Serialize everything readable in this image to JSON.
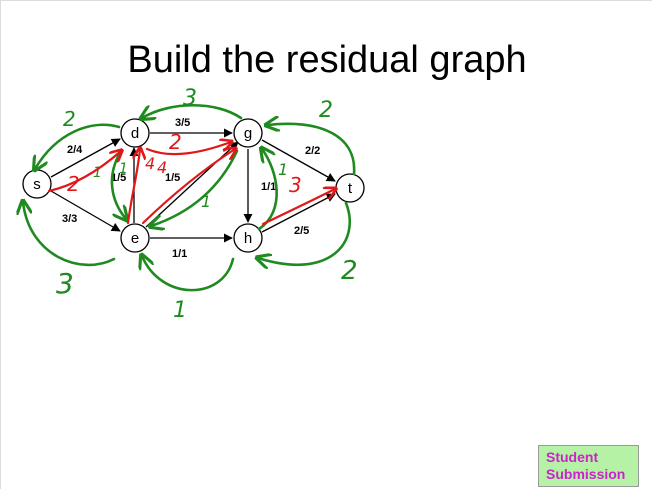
{
  "slide": {
    "title": "Build the residual graph"
  },
  "graph": {
    "nodes": [
      {
        "id": "s",
        "label": "s"
      },
      {
        "id": "d",
        "label": "d"
      },
      {
        "id": "e",
        "label": "e"
      },
      {
        "id": "g",
        "label": "g"
      },
      {
        "id": "h",
        "label": "h"
      },
      {
        "id": "t",
        "label": "t"
      }
    ],
    "edges": [
      {
        "from": "s",
        "to": "d",
        "label": "2/4"
      },
      {
        "from": "s",
        "to": "e",
        "label": "3/3"
      },
      {
        "from": "d",
        "to": "g",
        "label": "3/5"
      },
      {
        "from": "e",
        "to": "d",
        "label": "1/5"
      },
      {
        "from": "e",
        "to": "g",
        "label": "1/5"
      },
      {
        "from": "e",
        "to": "h",
        "label": "1/1"
      },
      {
        "from": "g",
        "to": "h",
        "label": "1/1"
      },
      {
        "from": "g",
        "to": "t",
        "label": "2/2"
      },
      {
        "from": "h",
        "to": "t",
        "label": "2/5"
      }
    ]
  },
  "annotations": {
    "ink_colors": {
      "green": "#1f8a1f",
      "red": "#e01818"
    },
    "green_labels": {
      "back_ds": "2",
      "back_gd": "3",
      "back_tg": "2",
      "back_se": "3",
      "back_ee": "1",
      "back_th": "2",
      "back_gh": "1",
      "back_de": "1",
      "back_ge": "1",
      "back_sd": "1"
    },
    "red_labels": {
      "fwd_sd": "2",
      "fwd_dg": "2",
      "fwd_ed": "4",
      "fwd_eg": "4",
      "fwd_ht": "3"
    }
  },
  "badge": {
    "line1": "Student",
    "line2": "Submission",
    "bg_color": "#b6f2a6",
    "text_color": "#cc22cc"
  }
}
